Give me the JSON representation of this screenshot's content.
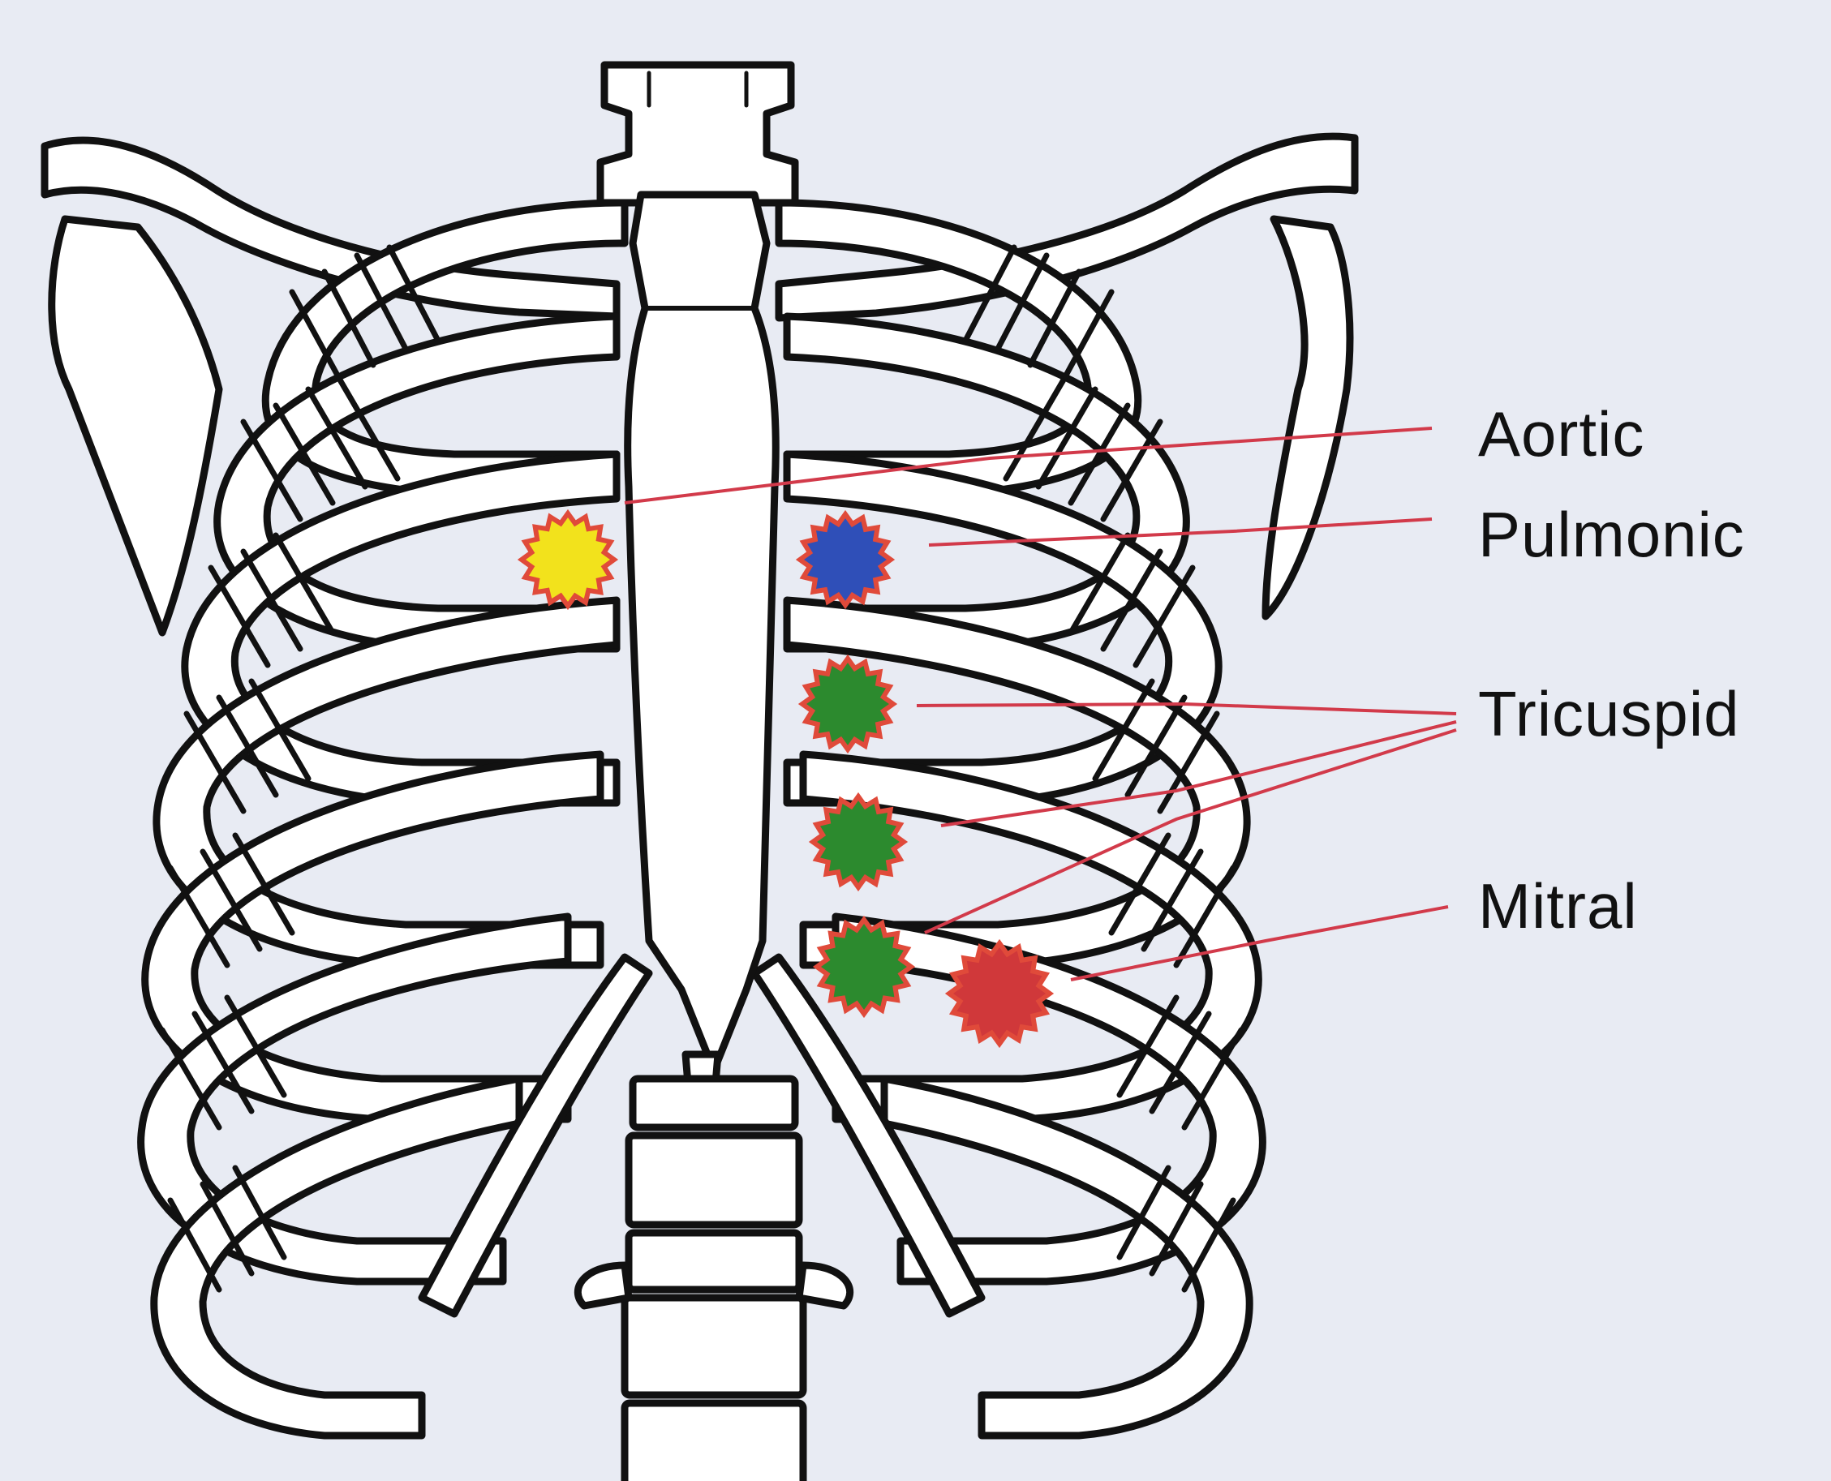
{
  "diagram": {
    "labels": {
      "aortic": "Aortic",
      "pulmonic": "Pulmonic",
      "tricuspid": "Tricuspid",
      "mitral": "Mitral"
    },
    "areas": [
      {
        "name": "Aortic",
        "color": "#f2e21c"
      },
      {
        "name": "Pulmonic",
        "color": "#2f4fb8"
      },
      {
        "name": "Tricuspid",
        "color": "#2c8a2e"
      },
      {
        "name": "Tricuspid",
        "color": "#2c8a2e"
      },
      {
        "name": "Tricuspid",
        "color": "#2c8a2e"
      },
      {
        "name": "Mitral",
        "color": "#d0383a"
      }
    ],
    "colors": {
      "background": "#e8ebf3",
      "bone_fill": "#ffffff",
      "bone_outline": "#111111",
      "leader_line": "#d23a4a",
      "marker_border": "#e04a3a"
    }
  }
}
